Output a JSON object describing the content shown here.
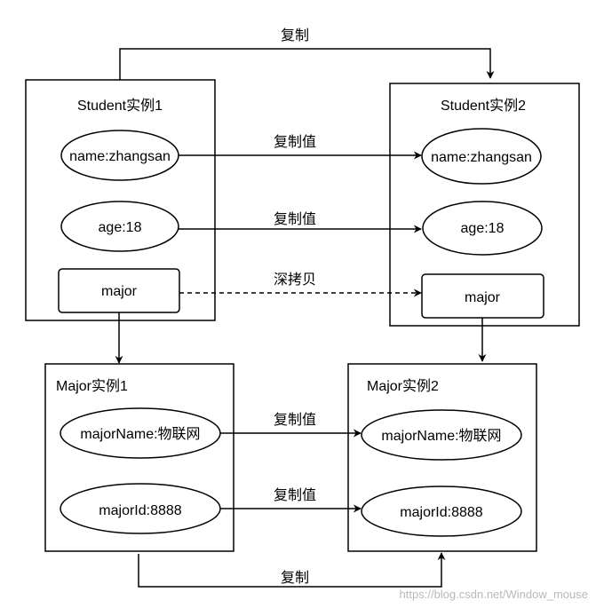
{
  "top_edge_label": "复制",
  "bottom_edge_label": "复制",
  "student1": {
    "title": "Student实例1",
    "name": "name:zhangsan",
    "age": "age:18",
    "major": "major"
  },
  "student2": {
    "title": "Student实例2",
    "name": "name:zhangsan",
    "age": "age:18",
    "major": "major"
  },
  "major1": {
    "title": "Major实例1",
    "majorName": "majorName:物联网",
    "majorId": "majorId:8888"
  },
  "major2": {
    "title": "Major实例2",
    "majorName": "majorName:物联网",
    "majorId": "majorId:8888"
  },
  "edges": {
    "name_copy": "复制值",
    "age_copy": "复制值",
    "major_deepcopy": "深拷贝",
    "majorName_copy": "复制值",
    "majorId_copy": "复制值"
  },
  "watermark": "https://blog.csdn.net/Window_mouse"
}
